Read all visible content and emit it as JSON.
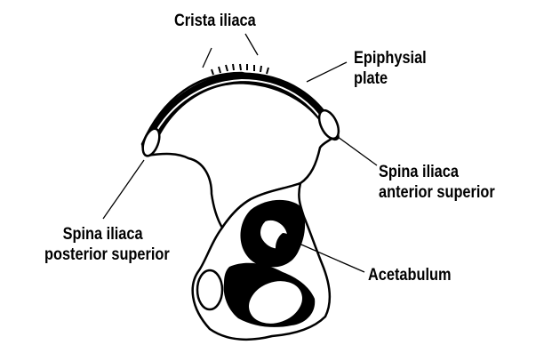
{
  "labels": {
    "crista_iliaca": "Crista iliaca",
    "epiphysial_plate_line1": "Epiphysial",
    "epiphysial_plate_line2": "plate",
    "spina_ant_sup_line1": "Spina iliaca",
    "spina_ant_sup_line2": "anterior superior",
    "spina_post_sup_line1": "Spina iliaca",
    "spina_post_sup_line2": "posterior superior",
    "acetabulum": "Acetabulum"
  },
  "colors": {
    "ink": "#000000",
    "paper": "#ffffff"
  }
}
